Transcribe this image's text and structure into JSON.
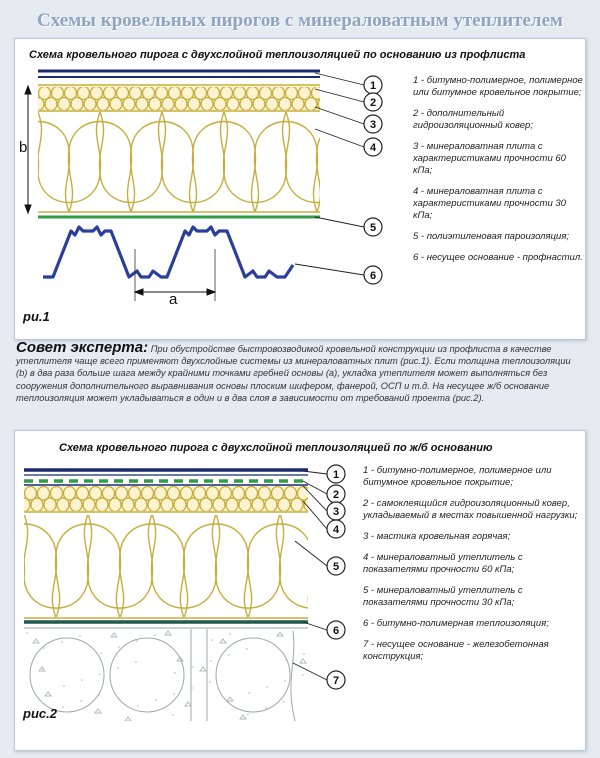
{
  "title": "Схемы кровельных пирогов с минераловатным утеплителем",
  "diagram1": {
    "title": "Схема кровельного пирога с двухслойной теплоизоляцией по основанию из профлиста",
    "label": "ри.1",
    "dim_b": "b",
    "dim_a": "a",
    "numbers": [
      "1",
      "2",
      "3",
      "4",
      "5",
      "6"
    ],
    "legend": [
      "1 - битумно-полимерное, полимерное или битумное кровельное покрытие;",
      "2 - дополнительный гидроизоляционный ковер;",
      "3 - минераловатная плита с характеристиками прочности 60 кПа;",
      "4 - минераловатная плита с характеристиками прочности 30 кПа;",
      "5 - полиэтиленовая пароизоляция;",
      "6 - несущее основание - профнастил."
    ]
  },
  "advice": {
    "heading": "Совет эксперта:",
    "text": "При обустройстве быстровозводимой кровельной конструкции из профлиста в качестве утеплителя чаще всего применяют двухслойные системы из минераловатных плит (рис.1). Если толщина теплоизоляции (b) в два раза больше шага между крайними точками гребней основы (a), укладка утеплителя может выполняться без сооружения дополнительного выравнивания основы плоским шифером, фанерой, ОСП и т.д. На несущее ж/б основание теплоизоляция может укладываться в один и в два слоя в зависимости от требований проекта (рис.2)."
  },
  "diagram2": {
    "title": "Схема кровельного пирога с двухслойной теплоизоляцией по ж/б основанию",
    "label": "рис.2",
    "numbers": [
      "1",
      "2",
      "3",
      "4",
      "5",
      "6",
      "7"
    ],
    "legend": [
      "1 - битумно-полимерное, полимерное или битумное кровельное покрытие;",
      "2 - самоклеящийся гидроизоляционный ковер, укладываемый в местах повышенной нагрузки;",
      "3 - мастика кровельная горячая;",
      "4 - минераловатный утеплитель с показателями прочности 60 кПа;",
      "5 - минераловатный утеплитель с показателями прочности 30 кПа;",
      "6 - битумно-полимерная теплоизоляция;",
      "7 - несущее основание - железобетонная конструкция;"
    ]
  },
  "colors": {
    "title": "#8fa4be",
    "roofing": "#1c2a6e",
    "waterproof": "#2f9d43",
    "wool_line": "#c7ad3c",
    "wool_fill": "#fcf4d0",
    "steel": "#2a3f9a",
    "concrete": "#9aa0a6"
  }
}
